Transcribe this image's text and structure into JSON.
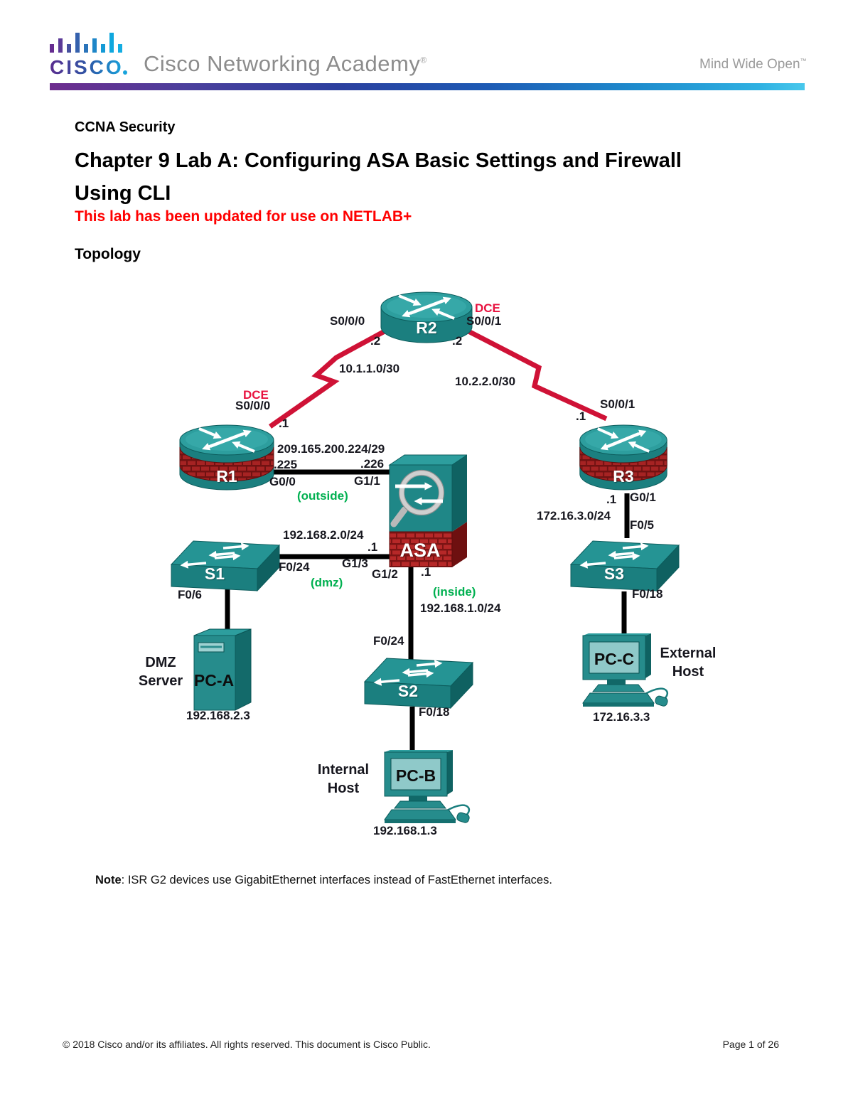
{
  "header": {
    "logo_word": "CISCO",
    "brand": "Cisco Networking Academy",
    "brand_mark": "®",
    "tagline": "Mind Wide Open",
    "tagline_mark": "™"
  },
  "doc": {
    "course": "CCNA Security",
    "title_line1": "Chapter 9 Lab A: Configuring ASA Basic Settings and Firewall",
    "title_line2": "Using CLI",
    "update_notice": "This lab has been updated for use on NETLAB+",
    "section_topology": "Topology",
    "note_label": "Note",
    "note_text": ": ISR G2 devices use GigabitEthernet interfaces instead of FastEthernet interfaces."
  },
  "topology": {
    "devices": {
      "r1": "R1",
      "r2": "R2",
      "r3": "R3",
      "asa": "ASA",
      "s1": "S1",
      "s2": "S2",
      "s3": "S3",
      "pca": "PC-A",
      "pcb": "PC-B",
      "pcc": "PC-C"
    },
    "labels": {
      "r2_left_if": "S0/0/0",
      "r2_left_ip": ".2",
      "r2_dce": "DCE",
      "r2_right_if": "S0/0/1",
      "r2_right_ip": ".2",
      "net_r1r2": "10.1.1.0/30",
      "net_r2r3": "10.2.2.0/30",
      "r1_dce": "DCE",
      "r1_if": "S0/0/0",
      "r1_ip": ".1",
      "net_outside": "209.165.200.224/29",
      "ip_225": ".225",
      "ip_226": ".226",
      "r1_g": "G0/0",
      "asa_g11": "G1/1",
      "zone_outside": "(outside)",
      "net_dmz": "192.168.2.0/24",
      "asa_dmz_ip": ".1",
      "s1_f024": "F0/24",
      "asa_g13": "G1/3",
      "zone_dmz": "(dmz)",
      "asa_g12": "G1/2",
      "asa_inside_ip": ".1",
      "zone_inside": "(inside)",
      "net_inside": "192.168.1.0/24",
      "s2_f024": "F0/24",
      "s1_f06": "F0/6",
      "pca_role": "DMZ Server",
      "pca_ip": "192.168.2.3",
      "s2_f018": "F0/18",
      "pcb_role": "Internal Host",
      "pcb_ip": "192.168.1.3",
      "r3_if": "S0/0/1",
      "r3_s_ip": ".1",
      "r3_g": "G0/1",
      "r3_g_ip": ".1",
      "net_r3": "172.16.3.0/24",
      "s3_f05": "F0/5",
      "s3_f018": "F0/18",
      "pcc_role": "External Host",
      "pcc_ip": "172.16.3.3"
    }
  },
  "footer": {
    "copyright": "© 2018 Cisco and/or its affiliates. All rights reserved. This document is Cisco Public.",
    "page": "Page 1 of 26"
  },
  "colors": {
    "device_teal": "#1f8787",
    "brick_red": "#a62323",
    "serial_link_red": "#cf1236",
    "ethernet_black": "#000000",
    "zone_green": "#00b050",
    "notice_red": "#ff0000",
    "dce_red": "#e8123f"
  }
}
